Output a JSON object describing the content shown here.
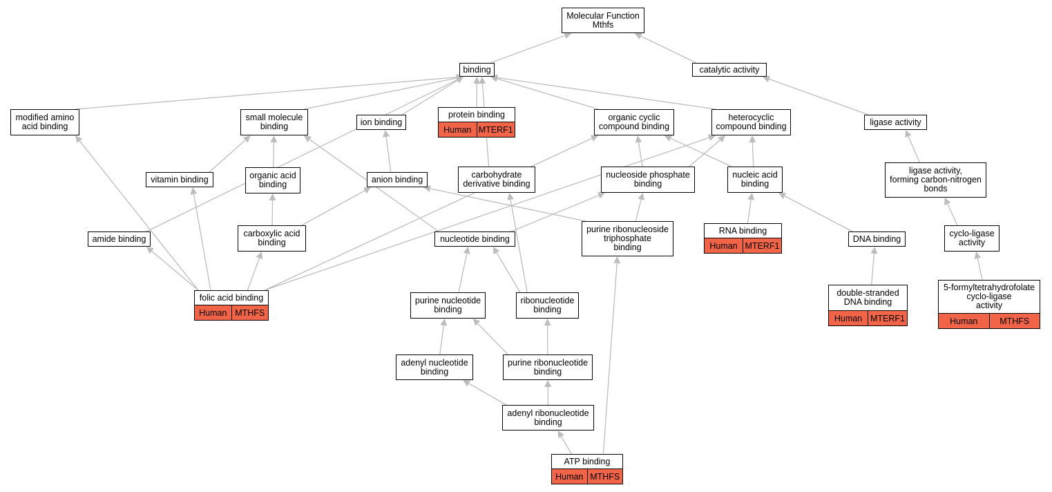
{
  "colors": {
    "edge": "#bdbdbd",
    "annotation": "#f26448",
    "border": "#000000"
  },
  "nodes": [
    {
      "id": "mf",
      "label": "Molecular Function\nMthfs"
    },
    {
      "id": "binding",
      "label": "binding"
    },
    {
      "id": "catalytic",
      "label": "catalytic activity"
    },
    {
      "id": "modamino",
      "label": "modified amino\nacid binding"
    },
    {
      "id": "smallmol",
      "label": "small molecule\nbinding"
    },
    {
      "id": "ion",
      "label": "ion binding"
    },
    {
      "id": "protein",
      "label": "protein binding",
      "tags": [
        "Human",
        "MTERF1"
      ]
    },
    {
      "id": "orgcyclic",
      "label": "organic cyclic\ncompound binding"
    },
    {
      "id": "heterocyc",
      "label": "heterocyclic\ncompound binding"
    },
    {
      "id": "ligase",
      "label": "ligase activity"
    },
    {
      "id": "vitamin",
      "label": "vitamin binding"
    },
    {
      "id": "orgacid",
      "label": "organic acid\nbinding"
    },
    {
      "id": "anion",
      "label": "anion binding"
    },
    {
      "id": "carbo",
      "label": "carbohydrate\nderivative binding"
    },
    {
      "id": "nucphos",
      "label": "nucleoside phosphate\nbinding"
    },
    {
      "id": "nucacid",
      "label": "nucleic acid\nbinding"
    },
    {
      "id": "ligasecn",
      "label": "ligase activity,\nforming carbon-nitrogen\nbonds"
    },
    {
      "id": "amide",
      "label": "amide binding"
    },
    {
      "id": "carbox",
      "label": "carboxylic acid\nbinding"
    },
    {
      "id": "nucleotide",
      "label": "nucleotide binding"
    },
    {
      "id": "purinetri",
      "label": "purine ribonucleoside\ntriphosphate\nbinding"
    },
    {
      "id": "rna",
      "label": "RNA binding",
      "tags": [
        "Human",
        "MTERF1"
      ]
    },
    {
      "id": "dna",
      "label": "DNA binding"
    },
    {
      "id": "cycloligase",
      "label": "cyclo-ligase\nactivity"
    },
    {
      "id": "folic",
      "label": "folic acid binding",
      "tags": [
        "Human",
        "MTHFS"
      ]
    },
    {
      "id": "purinenuc",
      "label": "purine nucleotide\nbinding"
    },
    {
      "id": "ribonuc",
      "label": "ribonucleotide\nbinding"
    },
    {
      "id": "dsdna",
      "label": "double-stranded\nDNA binding",
      "tags": [
        "Human",
        "MTERF1"
      ]
    },
    {
      "id": "formyl",
      "label": "5-formyltetrahydrofolate\ncyclo-ligase\nactivity",
      "tags": [
        "Human",
        "MTHFS"
      ]
    },
    {
      "id": "adenylnuc",
      "label": "adenyl nucleotide\nbinding"
    },
    {
      "id": "purineribo",
      "label": "purine ribonucleotide\nbinding"
    },
    {
      "id": "adenylribo",
      "label": "adenyl ribonucleotide\nbinding"
    },
    {
      "id": "atp",
      "label": "ATP binding",
      "tags": [
        "Human",
        "MTHFS"
      ]
    }
  ],
  "edges": [
    [
      "binding",
      "mf"
    ],
    [
      "catalytic",
      "mf"
    ],
    [
      "modamino",
      "binding"
    ],
    [
      "smallmol",
      "binding"
    ],
    [
      "ion",
      "binding"
    ],
    [
      "protein",
      "binding"
    ],
    [
      "orgcyclic",
      "binding"
    ],
    [
      "heterocyc",
      "binding"
    ],
    [
      "amide",
      "binding"
    ],
    [
      "carbo",
      "binding"
    ],
    [
      "ligase",
      "catalytic"
    ],
    [
      "vitamin",
      "smallmol"
    ],
    [
      "orgacid",
      "smallmol"
    ],
    [
      "nucleotide",
      "smallmol"
    ],
    [
      "anion",
      "ion"
    ],
    [
      "nucphos",
      "orgcyclic"
    ],
    [
      "nucacid",
      "orgcyclic"
    ],
    [
      "folic",
      "orgcyclic"
    ],
    [
      "nucphos",
      "heterocyc"
    ],
    [
      "nucacid",
      "heterocyc"
    ],
    [
      "folic",
      "heterocyc"
    ],
    [
      "ligasecn",
      "ligase"
    ],
    [
      "carbox",
      "orgacid"
    ],
    [
      "carbox",
      "anion"
    ],
    [
      "purinetri",
      "anion"
    ],
    [
      "nucleotide",
      "nucphos"
    ],
    [
      "purinetri",
      "nucphos"
    ],
    [
      "rna",
      "nucacid"
    ],
    [
      "dna",
      "nucacid"
    ],
    [
      "cycloligase",
      "ligasecn"
    ],
    [
      "folic",
      "modamino"
    ],
    [
      "folic",
      "amide"
    ],
    [
      "folic",
      "vitamin"
    ],
    [
      "folic",
      "carbox"
    ],
    [
      "purinenuc",
      "nucleotide"
    ],
    [
      "ribonuc",
      "nucleotide"
    ],
    [
      "ribonuc",
      "carbo"
    ],
    [
      "dsdna",
      "dna"
    ],
    [
      "formyl",
      "cycloligase"
    ],
    [
      "adenylnuc",
      "purinenuc"
    ],
    [
      "purineribo",
      "purinenuc"
    ],
    [
      "purineribo",
      "ribonuc"
    ],
    [
      "adenylribo",
      "adenylnuc"
    ],
    [
      "adenylribo",
      "purineribo"
    ],
    [
      "atp",
      "adenylribo"
    ],
    [
      "atp",
      "purinetri"
    ]
  ]
}
